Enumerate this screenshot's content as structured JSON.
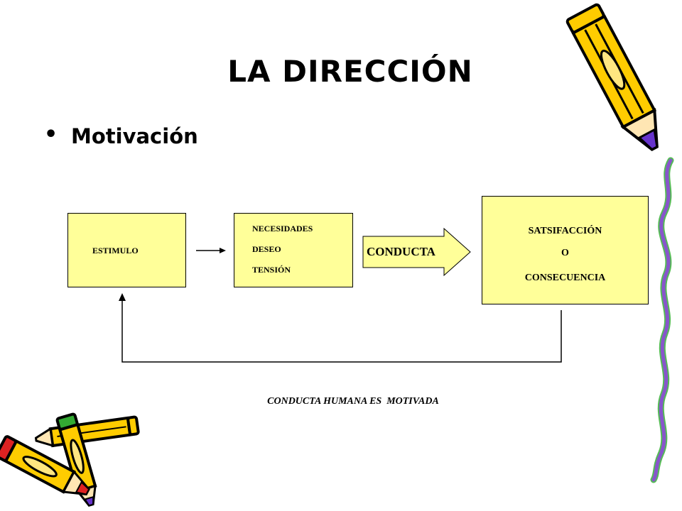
{
  "slide": {
    "title": "LA DIRECCIÓN",
    "bullet_marker": "•",
    "bullet": "Motivación"
  },
  "diagram": {
    "stimulus": "ESTIMULO",
    "needs": [
      "NECESIDADES",
      "DESEO",
      "TENSIÓN"
    ],
    "behavior": "CONDUCTA",
    "outcome": [
      "SATSIFACCIÓN",
      "O",
      "CONSECUENCIA"
    ],
    "caption": "CONDUCTA HUMANA ES  MOTIVADA"
  },
  "colors": {
    "box_fill": "#FFFF99",
    "pencil_body": "#FFCC00",
    "pencil_tip": "#6633CC",
    "pencil_cap_green": "#33AA33",
    "pencil_cap_red": "#DD2222",
    "squiggle_purple": "#8855CC",
    "squiggle_green": "#55BB55"
  }
}
